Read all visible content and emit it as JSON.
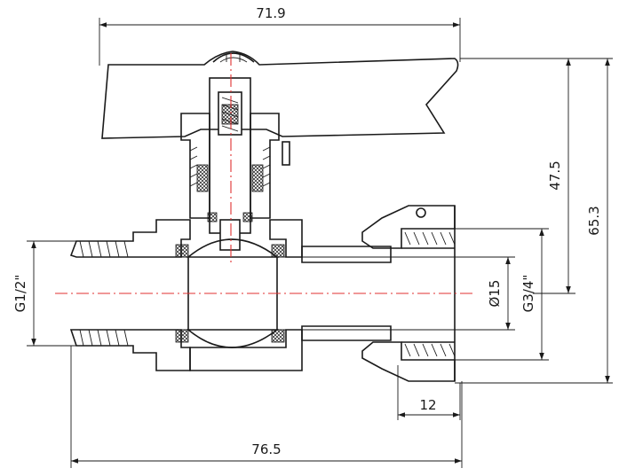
{
  "dimensions": {
    "top_width": "71.9",
    "bottom_width": "76.5",
    "height_handle": "47.5",
    "height_total": "65.3",
    "inlet_thread": "G1/2\"",
    "bore_diameter": "Ø15",
    "outlet_thread": "G3/4\"",
    "nut_length": "12"
  },
  "colors": {
    "line": "#1a1a1a",
    "centerline": "#e03030"
  }
}
